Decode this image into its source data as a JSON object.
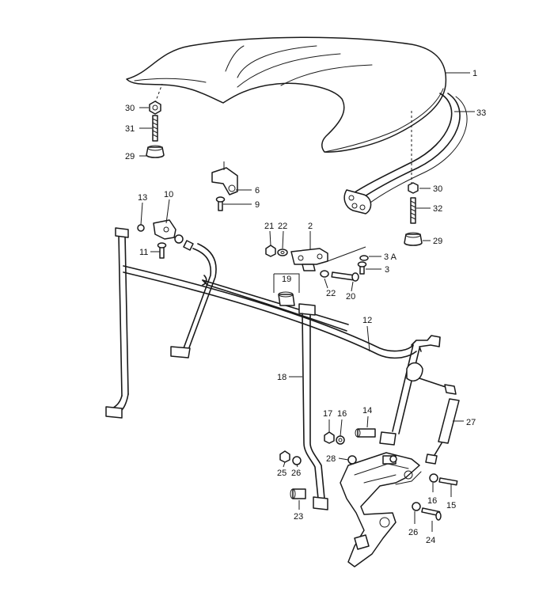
{
  "callouts": {
    "c1": "1",
    "c33": "33",
    "c30a": "30",
    "c31": "31",
    "c29a": "29",
    "c6": "6",
    "c9": "9",
    "c13": "13",
    "c10": "10",
    "c11": "11",
    "c21": "21",
    "c22a": "22",
    "c2": "2",
    "c3a": "3 A",
    "c3": "3",
    "c19": "19",
    "c22b": "22",
    "c20": "20",
    "c30b": "30",
    "c32": "32",
    "c29b": "29",
    "c12": "12",
    "c18": "18",
    "c17": "17",
    "c16a": "16",
    "c14": "14",
    "c27": "27",
    "c28": "28",
    "c25": "25",
    "c26a": "26",
    "c16b": "16",
    "c15": "15",
    "c23": "23",
    "c26b": "26",
    "c24": "24"
  }
}
